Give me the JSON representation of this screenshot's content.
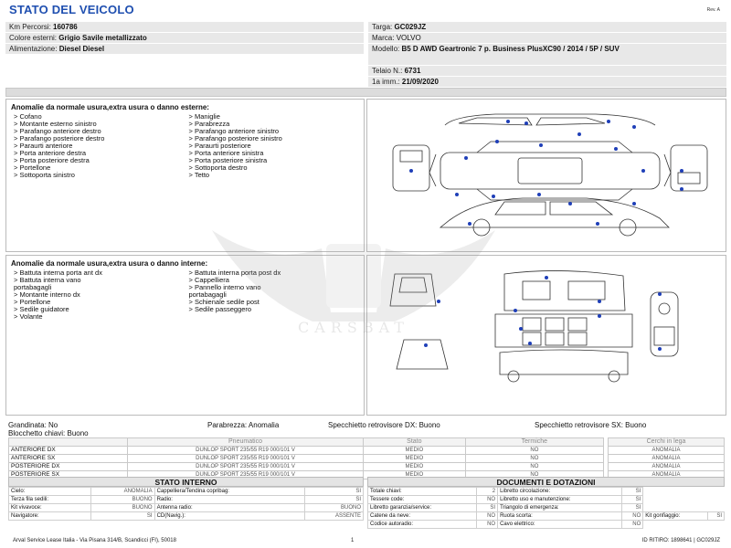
{
  "header": {
    "title": "STATO DEL VEICOLO",
    "rev": "Rev. A"
  },
  "info_left": [
    {
      "label": "Km Percorsi:",
      "value": "160786"
    },
    {
      "label": "Colore esterni:",
      "value": "Grigio Savile metallizzato"
    },
    {
      "label": "Alimentazione:",
      "value": "Diesel Diesel"
    }
  ],
  "info_right": {
    "targa": {
      "label": "Targa:",
      "value": "GC029JZ"
    },
    "marca": {
      "label": "Marca:",
      "value": "VOLVO"
    },
    "modello": {
      "label": "Modello:",
      "value": "B5 D AWD Geartronic 7 p. Business PlusXC90 / 2014 / 5P / SUV"
    },
    "telaio": {
      "label": "Telaio N.:",
      "value": "6731"
    },
    "immatricolazione": {
      "label": "1a imm.:",
      "value": "21/09/2020"
    }
  },
  "external": {
    "heading": "Anomalie da normale usura,extra usura o danno esterne:",
    "col1": [
      "> Cofano",
      "> Montante esterno sinistro",
      "> Parafango anteriore destro",
      "> Parafango posteriore destro",
      "> Paraurti anteriore",
      "> Porta anteriore destra",
      "> Porta posteriore destra",
      "> Portellone",
      "> Sottoporta sinistro"
    ],
    "col2": [
      "> Maniglie",
      "> Parabrezza",
      "> Parafango anteriore sinistro",
      "> Parafango posteriore sinistro",
      "> Paraurti posteriore",
      "> Porta anteriore sinistra",
      "> Porta posteriore sinistra",
      "> Sottoporta destro",
      "> Tetto"
    ]
  },
  "internal": {
    "heading": "Anomalie da normale usura,extra usura o danno interne:",
    "col1": [
      "> Battuta interna porta ant dx",
      "> Battuta interna vano",
      "portabagagli",
      "> Montante interno dx",
      "> Portellone",
      "> Sedile guidatore",
      "> Volante"
    ],
    "col2": [
      "> Battuta interna porta post dx",
      "> Cappelliera",
      "> Pannello interno vano",
      "portabagagli",
      "> Schienale sedile post",
      "> Sedile passeggero"
    ]
  },
  "watermark": {
    "text": "CARSBAT"
  },
  "summary": {
    "grandinata": "Grandinata: No",
    "parabrezza": "Parabrezza: Anomalia",
    "specchietto_dx": "Specchietto retrovisore DX: Buono",
    "specchietto_sx": "Specchietto retrovisore SX: Buono",
    "blocchetto": "Blocchetto chiavi: Buono"
  },
  "tyres": {
    "headers": [
      "",
      "Pneumatico",
      "Stato",
      "Termiche"
    ],
    "rows": [
      {
        "pos": "ANTERIORE DX",
        "tyre": "DUNLOP SPORT 235/55 R19 000/101 V",
        "stato": "MEDIO",
        "termiche": "NO"
      },
      {
        "pos": "ANTERIORE SX",
        "tyre": "DUNLOP SPORT 235/55 R19 000/101 V",
        "stato": "MEDIO",
        "termiche": "NO"
      },
      {
        "pos": "POSTERIORE DX",
        "tyre": "DUNLOP SPORT 235/55 R19 000/101 V",
        "stato": "MEDIO",
        "termiche": "NO"
      },
      {
        "pos": "POSTERIORE SX",
        "tyre": "DUNLOP SPORT 235/55 R19 000/101 V",
        "stato": "MEDIO",
        "termiche": "NO"
      }
    ]
  },
  "cerchi": {
    "header": "Cerchi in lega",
    "rows": [
      "ANOMALIA",
      "ANOMALIA",
      "ANOMALIA",
      "ANOMALIA"
    ]
  },
  "stato_interno": {
    "title": "STATO INTERNO",
    "rows": [
      [
        {
          "l": "Cielo:",
          "v": "ANOMALIA"
        },
        {
          "l": "Cappelliera/Tendina copribag:",
          "v": "SI"
        }
      ],
      [
        {
          "l": "Terza fila sedili:",
          "v": "BUONO"
        },
        {
          "l": "Radio:",
          "v": "SI"
        }
      ],
      [
        {
          "l": "Kit vivavoce:",
          "v": "BUONO"
        },
        {
          "l": "Antenna radio:",
          "v": "BUONO"
        }
      ],
      [
        {
          "l": "Navigatore:",
          "v": "SI"
        },
        {
          "l": "CD(Navig.):",
          "v": "ASSENTE"
        }
      ]
    ]
  },
  "documenti": {
    "title": "DOCUMENTI E DOTAZIONI",
    "rows": [
      [
        {
          "l": "Totale chiavi:",
          "v": "2"
        },
        {
          "l": "Libretto circolazione:",
          "v": "SI"
        }
      ],
      [
        {
          "l": "Tessere code:",
          "v": "NO"
        },
        {
          "l": "Libretto uso e manutenzione:",
          "v": "SI"
        }
      ],
      [
        {
          "l": "Libretto garanzia/service:",
          "v": "SI"
        },
        {
          "l": "Triangolo di emergenza:",
          "v": "SI"
        }
      ],
      [
        {
          "l": "Catene da neve:",
          "v": "NO"
        },
        {
          "l": "Ruota scorta:",
          "v": "NO"
        },
        {
          "l": "Kit gonfiaggio:",
          "v": "SI"
        }
      ],
      [
        {
          "l": "Codice autoradio:",
          "v": "NO"
        },
        {
          "l": "Cavo elettrico:",
          "v": "NO"
        }
      ]
    ]
  },
  "footer": {
    "left": "Arval Service Lease Italia - Via Pisana 314/B, Scandicci (FI), 50018",
    "page": "1",
    "right": "ID RITIRO: 1898641 | GC029JZ"
  }
}
